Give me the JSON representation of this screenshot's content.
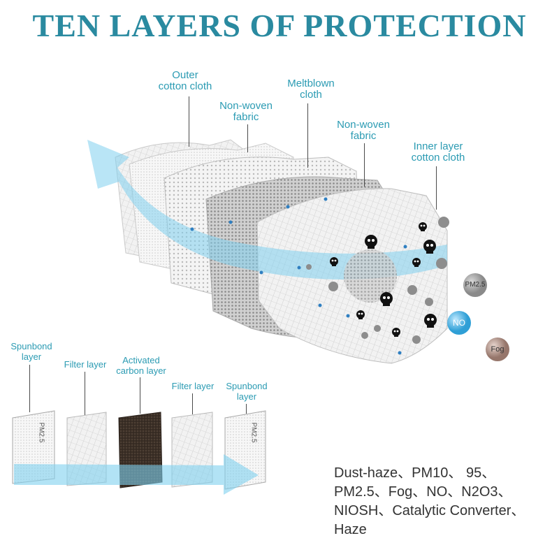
{
  "title": "TEN LAYERS OF PROTECTION",
  "mask_layers": [
    {
      "label": "Outer\ncotton cloth"
    },
    {
      "label": "Non-woven\nfabric"
    },
    {
      "label": "Meltblown\ncloth"
    },
    {
      "label": "Non-woven\nfabric"
    },
    {
      "label": "Inner layer\ncotton cloth"
    }
  ],
  "filter_layers": [
    {
      "label": "Spunbond\nlayer",
      "print": "PM2.5"
    },
    {
      "label": "Filter layer"
    },
    {
      "label": "Activated\ncarbon layer"
    },
    {
      "label": "Filter layer"
    },
    {
      "label": "Spunbond\nlayer",
      "print": "PM2.5"
    }
  ],
  "pollutants": [
    {
      "label": "PM2.5",
      "color": "#8c8c8c"
    },
    {
      "label": "NO",
      "color": "#3aa6d9"
    },
    {
      "label": "Fog",
      "color": "#9a7b72"
    }
  ],
  "description": "Dust-haze、PM10、   95、\nPM2.5、Fog、NO、N2O3、\nNIOSH、Catalytic Converter、\nHaze",
  "colors": {
    "title": "#2a8aa0",
    "label": "#2b9bb3",
    "arrow": "#7fd0ee",
    "carbon": "#3b2f26"
  }
}
